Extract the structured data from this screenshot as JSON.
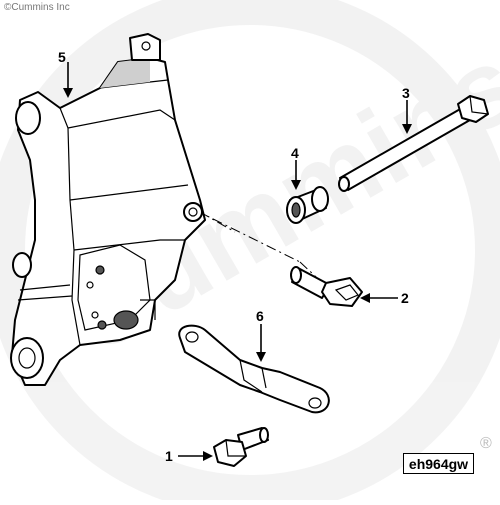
{
  "copyright": "©Cummins Inc",
  "watermark": "Cummins",
  "figure_ref": "eh964gw",
  "callouts": [
    {
      "id": "1",
      "label": "1"
    },
    {
      "id": "2",
      "label": "2"
    },
    {
      "id": "3",
      "label": "3"
    },
    {
      "id": "4",
      "label": "4"
    },
    {
      "id": "5",
      "label": "5"
    },
    {
      "id": "6",
      "label": "6"
    }
  ],
  "registered_mark": "®"
}
